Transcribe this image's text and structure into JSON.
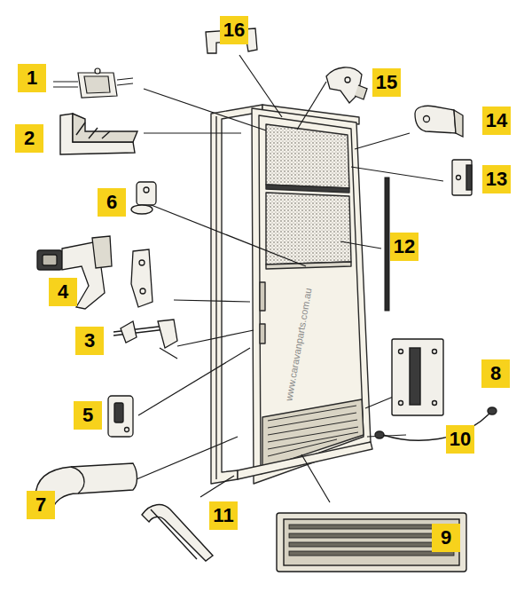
{
  "diagram": {
    "labels": [
      "1",
      "2",
      "3",
      "4",
      "5",
      "6",
      "7",
      "8",
      "9",
      "10",
      "11",
      "12",
      "13",
      "14",
      "15",
      "16",
      "www.caravanparts.com.au"
    ]
  }
}
